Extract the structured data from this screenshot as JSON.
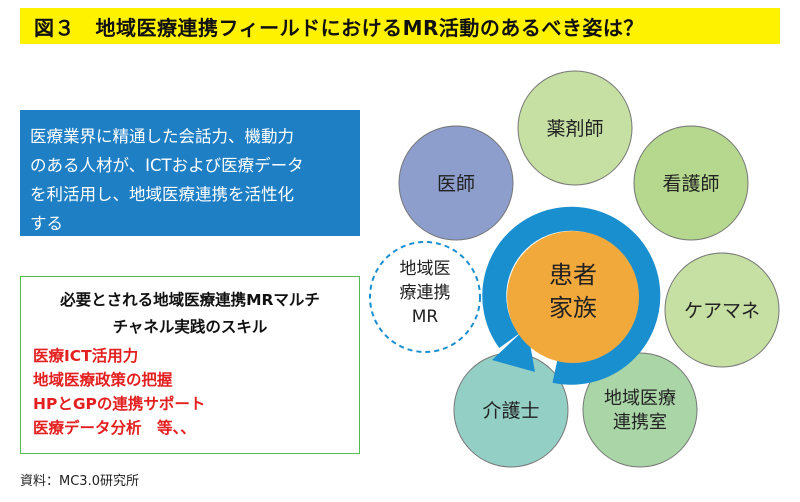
{
  "title": "図３　地域医療連携フィールドにおけるMR活動のあるべき姿は？",
  "blue_box": {
    "lines": [
      "医療業界に精通した会話力、機動力",
      "のある人材が、ICTおよび医療データ",
      "を利活用し、地域医療連携を活性化",
      "する"
    ]
  },
  "skills_box": {
    "title_lines": [
      "必要とされる地域医療連携MRマルチ",
      "チャネル実践のスキル"
    ],
    "items": [
      "医療ICT活用力",
      "地域医療政策の把握",
      "HPとGPの連携サポート",
      "医療データ分析　等、、"
    ]
  },
  "center": {
    "lines": [
      "患者",
      "家族"
    ]
  },
  "nodes": [
    {
      "id": "pharmacist",
      "lines": [
        "薬剤師"
      ],
      "color": "#c6dfa3"
    },
    {
      "id": "doctor",
      "lines": [
        "医師"
      ],
      "color": "#8d9dcc"
    },
    {
      "id": "nurse",
      "lines": [
        "看護師"
      ],
      "color": "#b5d88e"
    },
    {
      "id": "care-manager",
      "lines": [
        "ケアマネ"
      ],
      "color": "#c6dfa3"
    },
    {
      "id": "regional-office",
      "lines": [
        "地域医療",
        "連携室"
      ],
      "color": "#a9d5a7"
    },
    {
      "id": "caregiver",
      "lines": [
        "介護士"
      ],
      "color": "#94cfc5"
    }
  ],
  "mr_node": {
    "lines": [
      "地域医",
      "療連携",
      "MR"
    ]
  },
  "source": "資料：MC3.0研究所",
  "colors": {
    "title_bg": "#fff200",
    "blue_box": "#1f7fc4",
    "ring": "#1a8fd0",
    "center": "#f2a93b",
    "skill_text": "#e41f1f",
    "skills_border": "#55bd54",
    "mr_border": "#1a8fd0"
  }
}
